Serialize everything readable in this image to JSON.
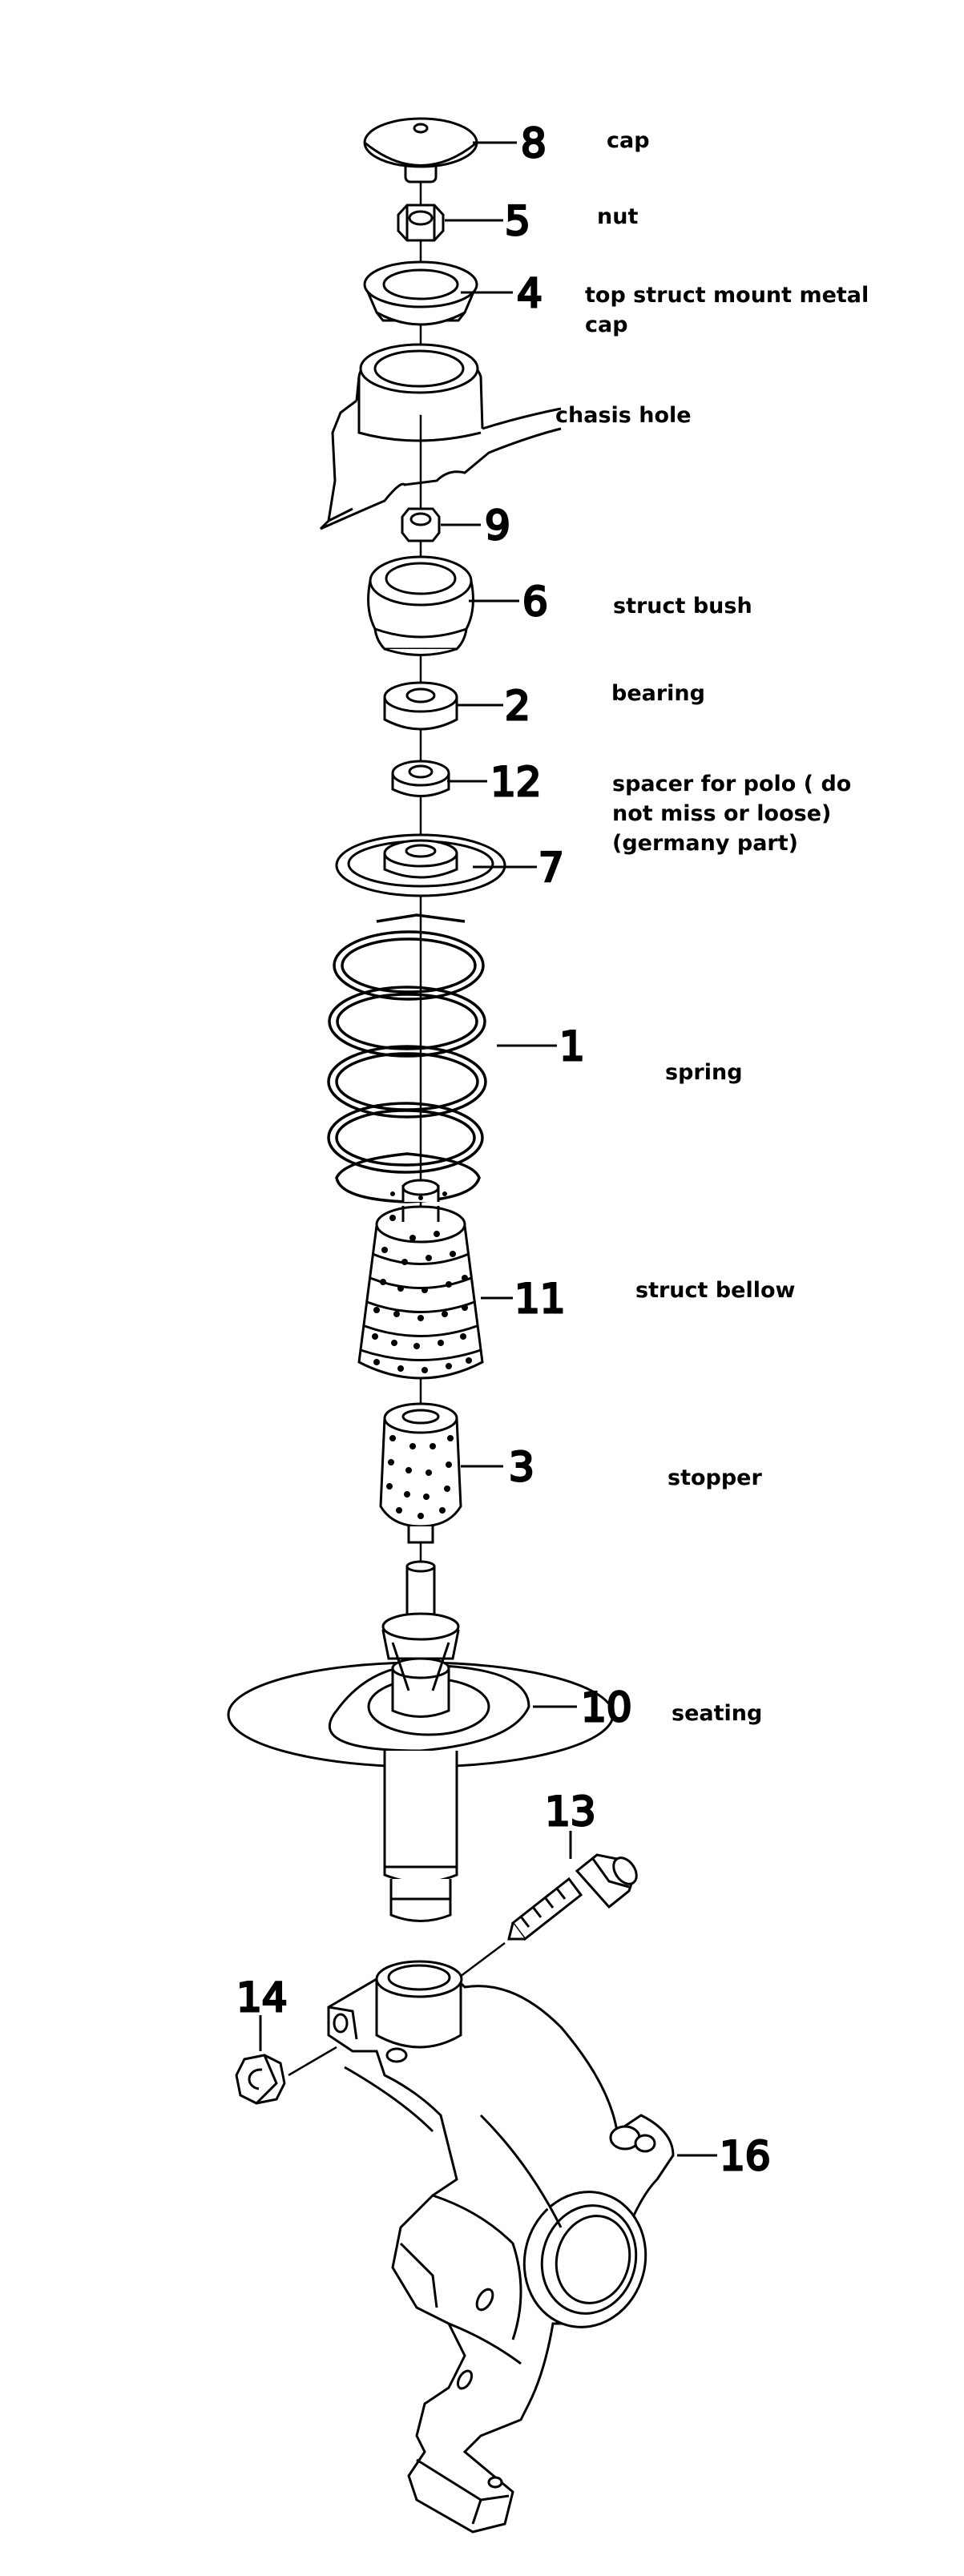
{
  "parts": [
    {
      "num": "8",
      "label": "cap"
    },
    {
      "num": "5",
      "label": "nut"
    },
    {
      "num": "4",
      "label": "top struct mount metal cap"
    },
    {
      "num": "",
      "label": "chasis hole"
    },
    {
      "num": "9",
      "label": ""
    },
    {
      "num": "6",
      "label": "struct bush"
    },
    {
      "num": "2",
      "label": "bearing"
    },
    {
      "num": "12",
      "label": "spacer for polo ( do not miss or loose)(germany part)"
    },
    {
      "num": "7",
      "label": ""
    },
    {
      "num": "1",
      "label": "spring"
    },
    {
      "num": "11",
      "label": "struct bellow"
    },
    {
      "num": "3",
      "label": "stopper"
    },
    {
      "num": "10",
      "label": "seating"
    },
    {
      "num": "13",
      "label": ""
    },
    {
      "num": "14",
      "label": ""
    },
    {
      "num": "16",
      "label": ""
    }
  ]
}
